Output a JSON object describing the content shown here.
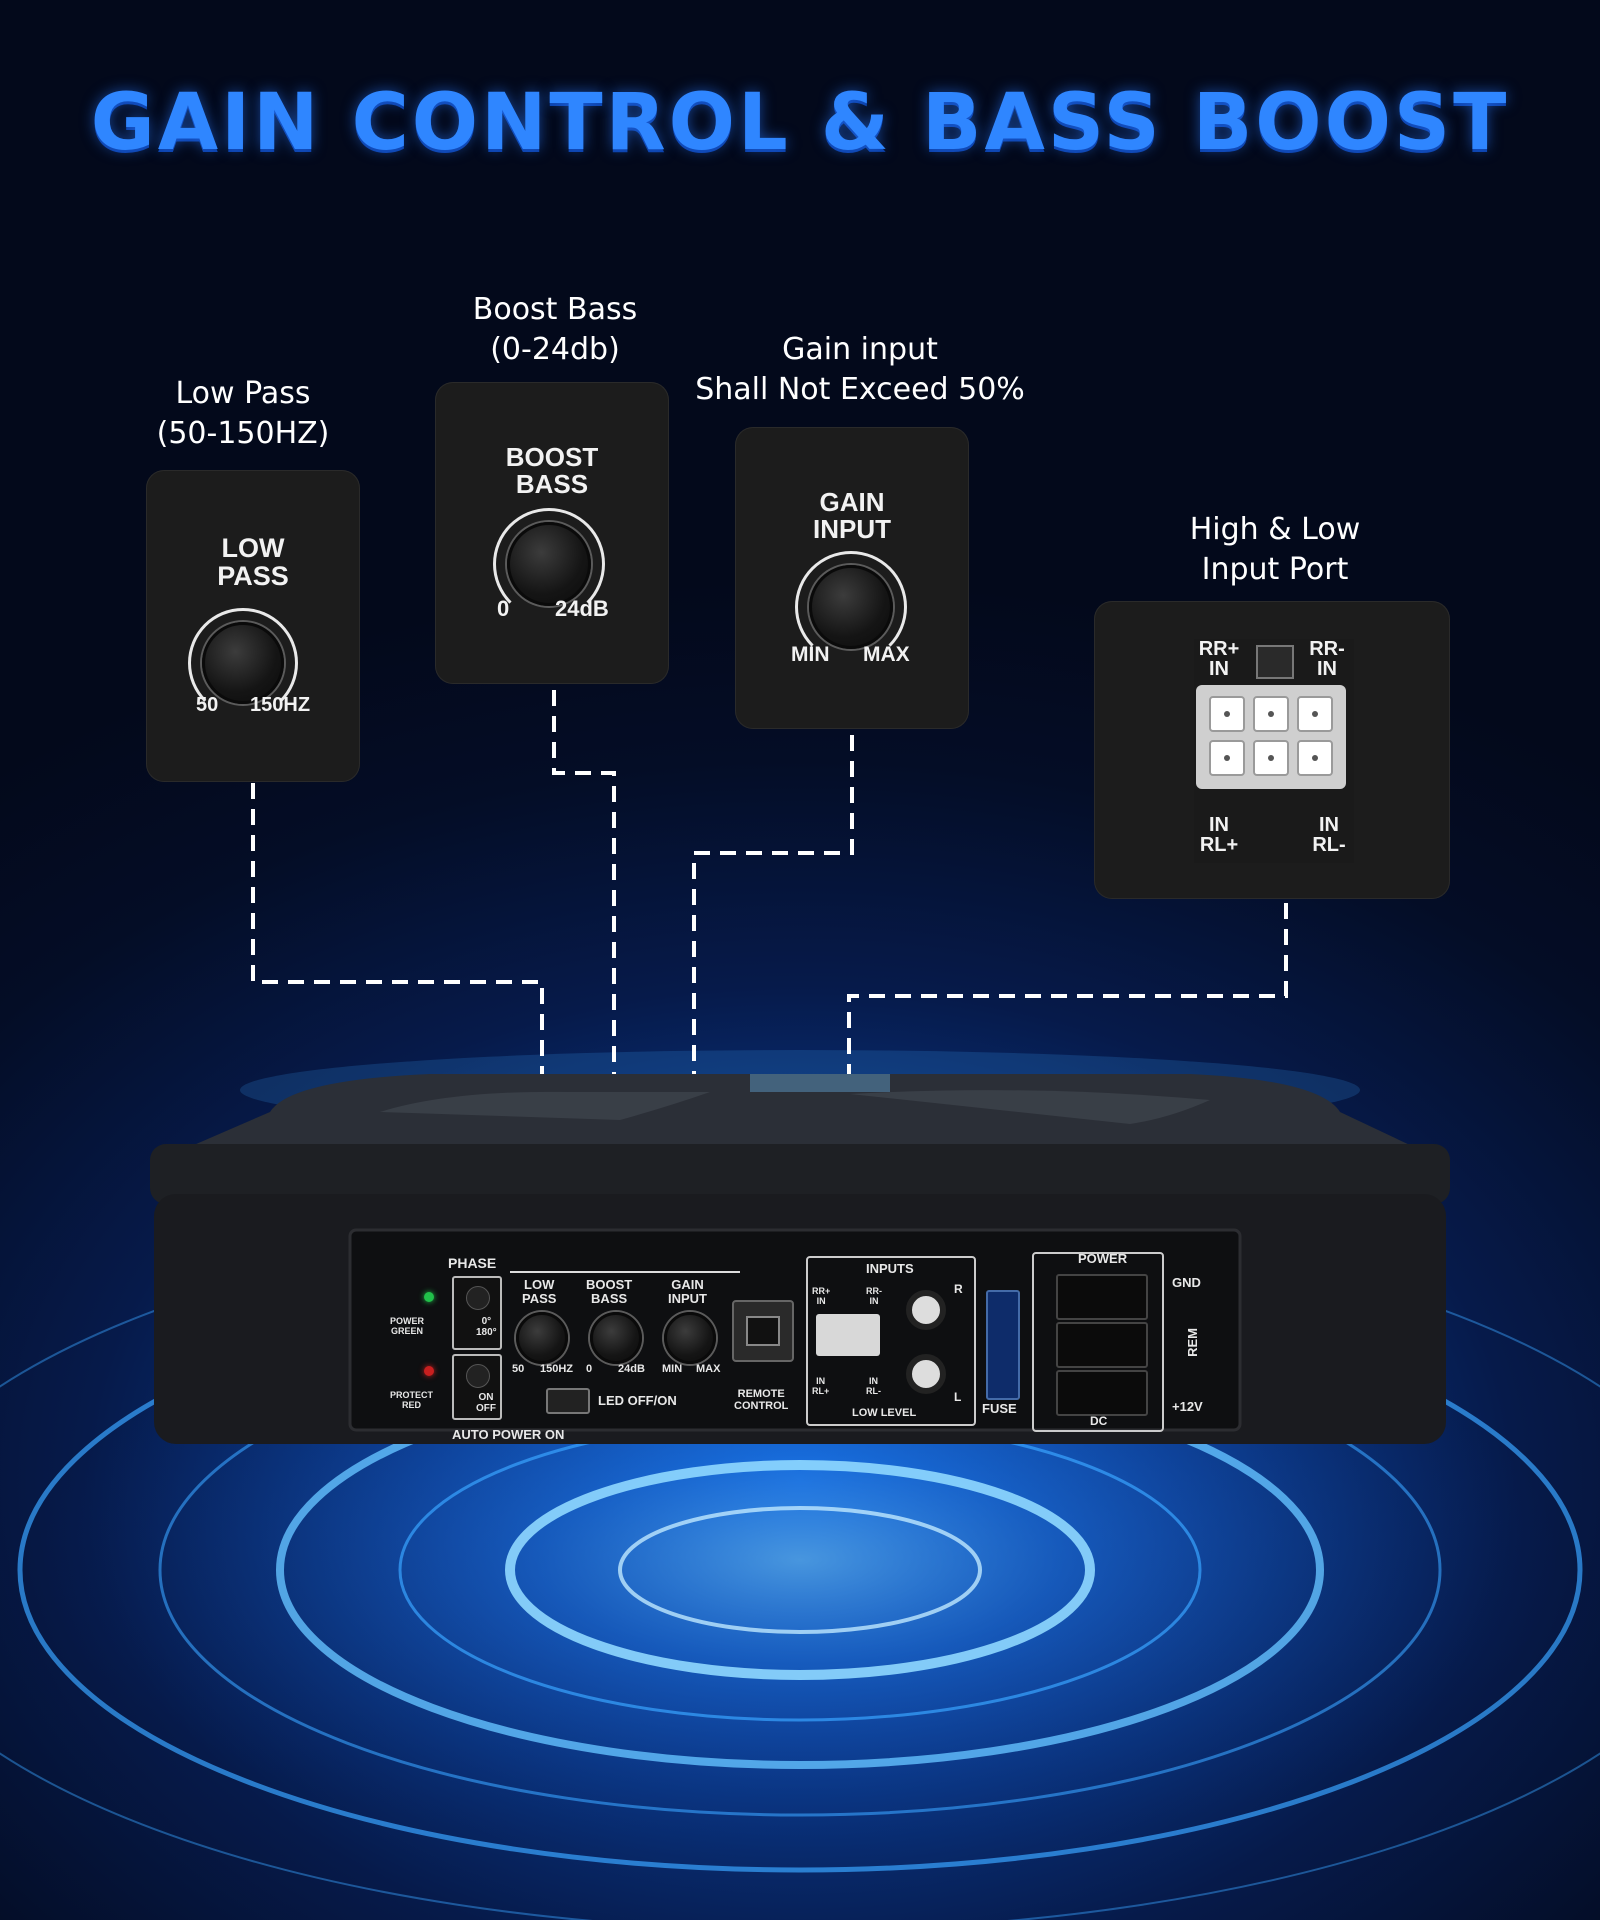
{
  "title": "GAIN CONTROL & BASS BOOST",
  "callouts": {
    "low_pass": {
      "label": "Low Pass\n(50-150HZ)",
      "card_title": "LOW\nPASS",
      "min": "50",
      "max": "150HZ"
    },
    "boost_bass": {
      "label": "Boost Bass\n(0-24db)",
      "card_title": "BOOST\nBASS",
      "min": "0",
      "max": "24dB"
    },
    "gain_input": {
      "label": "Gain input\nShall Not Exceed 50%",
      "card_title": "GAIN\nINPUT",
      "min": "MIN",
      "max": "MAX"
    },
    "input_port": {
      "label": "High & Low\nInput Port",
      "rr_plus": "RR+\nIN",
      "rr_minus": "RR-\nIN",
      "rl_plus": "IN\nRL+",
      "rl_minus": "IN\nRL-"
    }
  },
  "panel": {
    "phase": "PHASE",
    "phase_values": "0°\n180°",
    "power_led": "POWER\nGREEN",
    "protect_led": "PROTECT\nRED",
    "on_off": "ON\nOFF",
    "auto_power": "AUTO POWER ON",
    "led_switch": "LED OFF/ON",
    "low_pass": "LOW\nPASS",
    "low_pass_min": "50",
    "low_pass_max": "150HZ",
    "boost_bass": "BOOST\nBASS",
    "boost_min": "0",
    "boost_max": "24dB",
    "gain_input": "GAIN\nINPUT",
    "gain_min": "MIN",
    "gain_max": "MAX",
    "remote": "REMOTE\nCONTROL",
    "inputs": "INPUTS",
    "rr_plus": "RR+\nIN",
    "rr_minus": "RR-\nIN",
    "rl_plus": "IN\nRL+",
    "rl_minus": "IN\nRL-",
    "r": "R",
    "l": "L",
    "low_level": "LOW LEVEL",
    "fuse": "FUSE",
    "power": "POWER",
    "gnd": "GND",
    "rem": "REM",
    "v12": "+12V",
    "dc": "DC"
  },
  "colors": {
    "title": "#2f86ff",
    "glow": "#1f8bff",
    "card": "#1c1c1c",
    "led_green": "#21c04a",
    "led_red": "#c81f1f"
  }
}
